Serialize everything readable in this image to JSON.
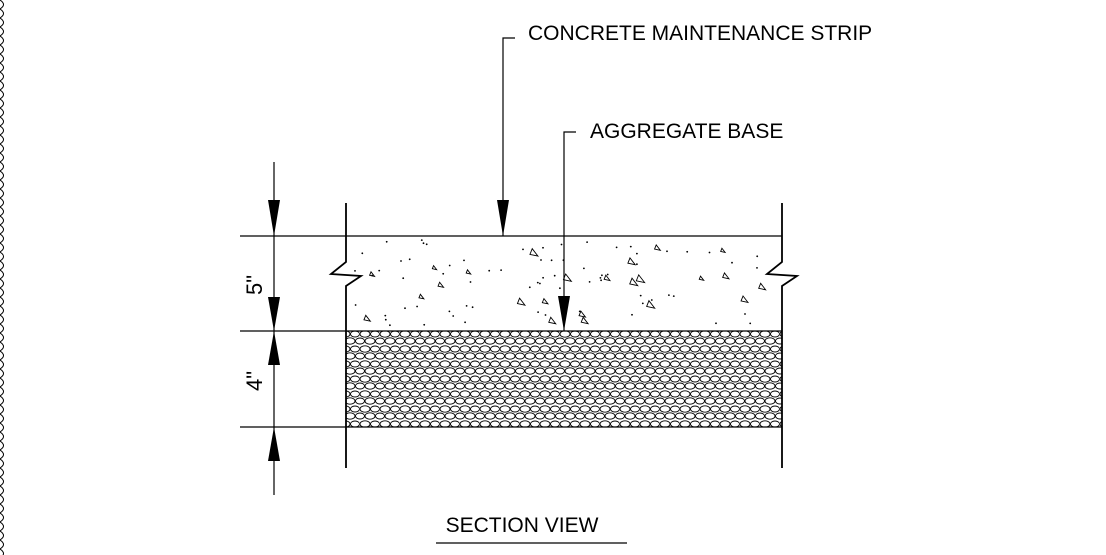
{
  "callouts": {
    "concrete_strip": "CONCRETE MAINTENANCE STRIP",
    "aggregate_base": "AGGREGATE BASE"
  },
  "dimensions": {
    "concrete_thickness": "5\"",
    "aggregate_thickness": "4\""
  },
  "view_title": "SECTION VIEW",
  "colors": {
    "line": "#000000",
    "background": "#ffffff"
  }
}
